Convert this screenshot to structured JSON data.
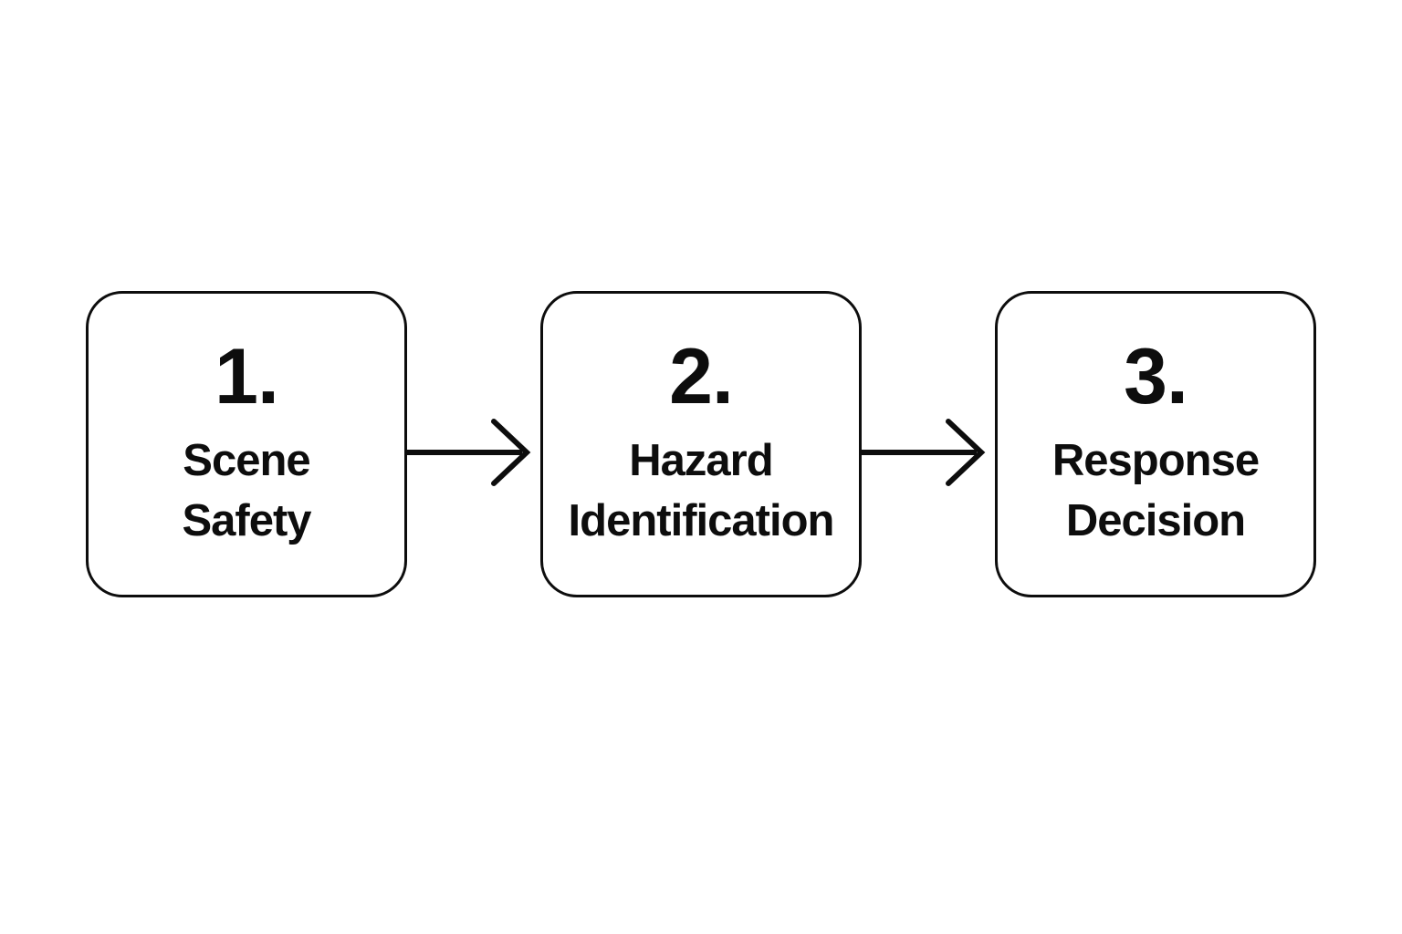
{
  "page": {
    "background_color": "#ffffff"
  },
  "diagram": {
    "type": "flowchart",
    "direction": "left-to-right",
    "stroke_color": "#0d0d0d",
    "text_color": "#0d0d0d",
    "box_fill_color": "#ffffff",
    "steps": [
      {
        "number": "1.",
        "label_lines": [
          "Scene",
          "Safety"
        ],
        "label": "Scene Safety"
      },
      {
        "number": "2.",
        "label_lines": [
          "Hazard",
          "Identification"
        ],
        "label": "Hazard Identification"
      },
      {
        "number": "3.",
        "label_lines": [
          "Response",
          "Decision"
        ],
        "label": "Response Decision"
      }
    ],
    "connectors": [
      {
        "from": "Scene Safety",
        "to": "Hazard Identification",
        "style": "arrow-right"
      },
      {
        "from": "Hazard Identification",
        "to": "Response Decision",
        "style": "arrow-right"
      }
    ]
  }
}
